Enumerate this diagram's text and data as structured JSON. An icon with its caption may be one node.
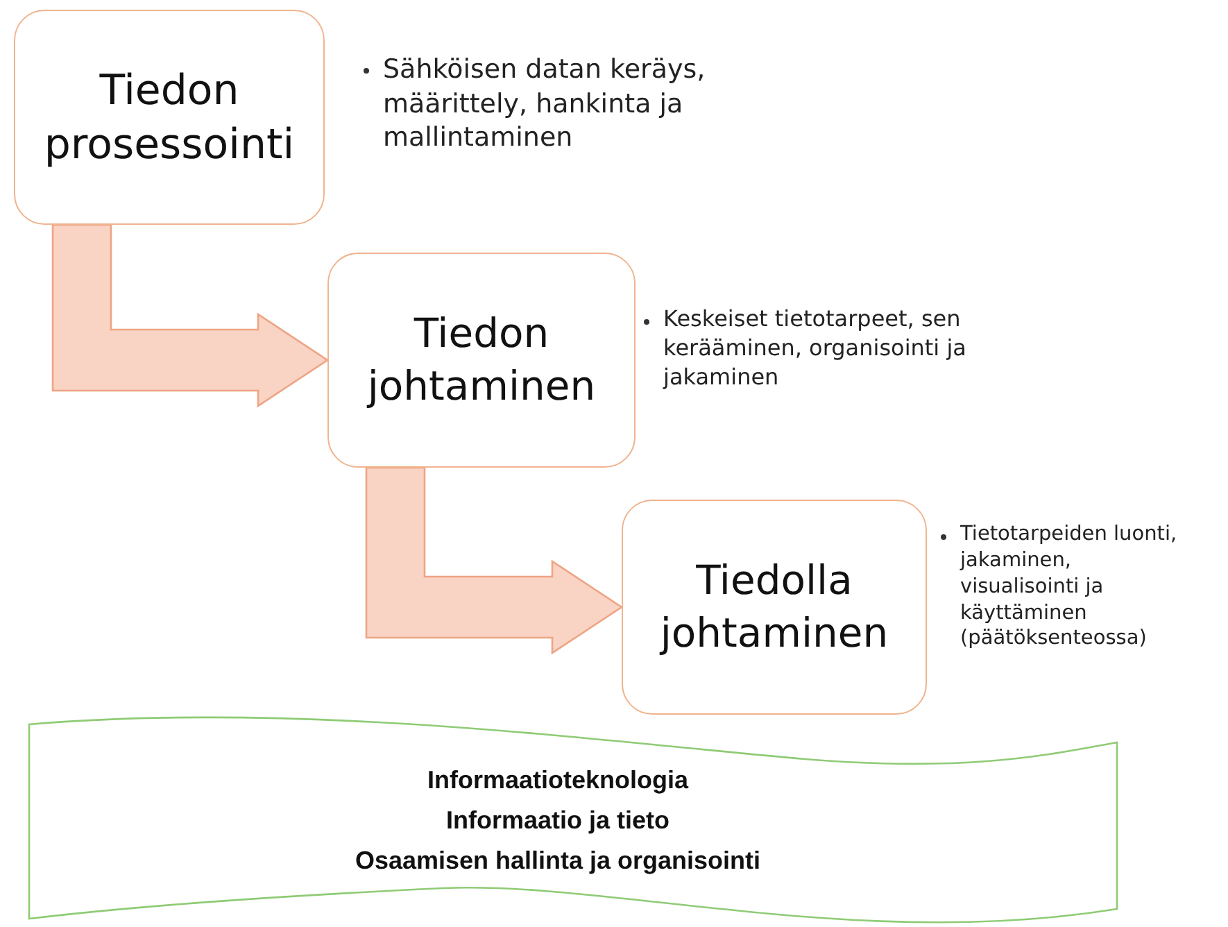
{
  "diagram": {
    "nodes": [
      {
        "text": [
          "Tiedon prosessointi"
        ],
        "beside": [
          "Sähköisen datan keräys, määrittely, hankinta ja mallintaminen"
        ]
      },
      {
        "text": [
          "Tiedon johtaminen"
        ],
        "beside": [
          "Keskeiset tietotarpeet, sen kerääminen, organisointi ja jakaminen"
        ]
      },
      {
        "text": [
          "Tiedolla johtaminen"
        ],
        "beside": [
          "Tietotarpeiden luonti, jakaminen, visualisointi ja käyttäminen (päätöksenteossa)"
        ]
      },
      {
        "text": [
          "Informaatioteknologia",
          "Informaatio ja tieto",
          "Osaamisen hallinta ja organisointi"
        ]
      }
    ],
    "edges": [
      {
        "from": 0,
        "to": 1,
        "arrow": "to",
        "style": "thick"
      },
      {
        "from": 1,
        "to": 2,
        "arrow": "to",
        "style": "thick"
      }
    ]
  }
}
